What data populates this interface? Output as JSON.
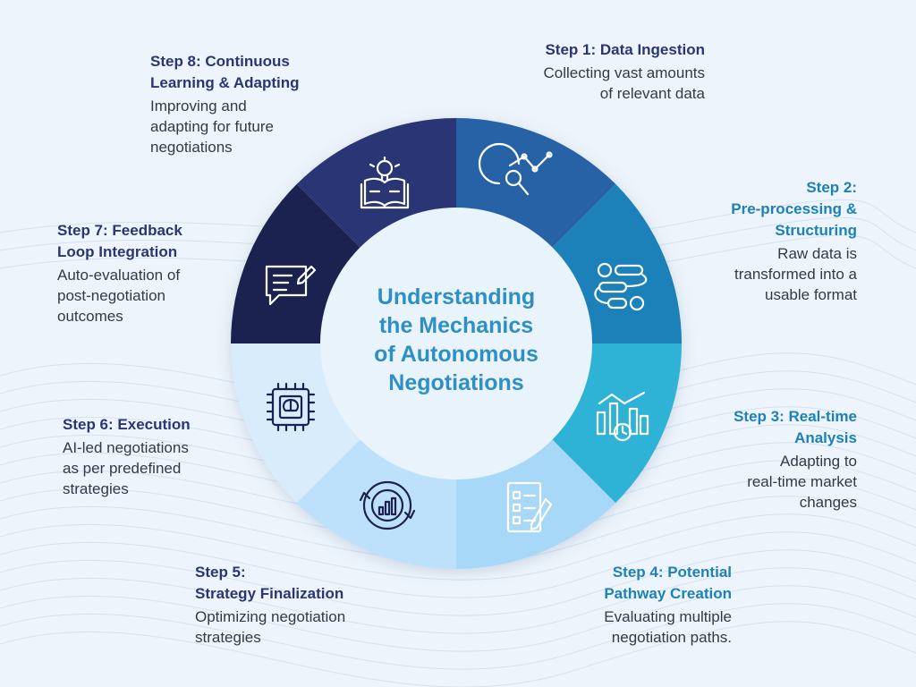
{
  "title": "Understanding the Mechanics of Autonomous Negotiations",
  "title_lines": [
    "Understanding",
    "the Mechanics",
    "of Autonomous",
    "Negotiations"
  ],
  "colors": {
    "background": "#eef4fb",
    "segments": [
      "#2762a5",
      "#1c81b8",
      "#2db3d7",
      "#a7d8f7",
      "#bde0fb",
      "#d8ecfb",
      "#1c2250",
      "#2a3575"
    ],
    "step_titles_dark": "#2a3575",
    "step_titles_teal": "#1c81b8"
  },
  "steps": [
    {
      "title_lines": [
        "Step 1: Data Ingestion"
      ],
      "desc_lines": [
        "Collecting vast amounts",
        "of relevant data"
      ],
      "icon": "data-analysis-icon"
    },
    {
      "title_lines": [
        "Step 2:",
        "Pre-processing &",
        "Structuring"
      ],
      "desc_lines": [
        "Raw data is",
        "transformed into a",
        "usable format"
      ],
      "icon": "workflow-icon"
    },
    {
      "title_lines": [
        "Step 3: Real-time",
        "Analysis"
      ],
      "desc_lines": [
        "Adapting to",
        "real-time market",
        "changes"
      ],
      "icon": "realtime-chart-icon"
    },
    {
      "title_lines": [
        "Step 4: Potential",
        "Pathway Creation"
      ],
      "desc_lines": [
        "Evaluating multiple",
        "negotiation paths."
      ],
      "icon": "checklist-icon"
    },
    {
      "title_lines": [
        "Step 5:",
        "Strategy Finalization"
      ],
      "desc_lines": [
        "Optimizing negotiation",
        "strategies"
      ],
      "icon": "strategy-cycle-icon"
    },
    {
      "title_lines": [
        "Step 6: Execution"
      ],
      "desc_lines": [
        "AI-led negotiations",
        "as per predefined",
        "strategies"
      ],
      "icon": "ai-chip-icon"
    },
    {
      "title_lines": [
        "Step 7: Feedback",
        "Loop Integration"
      ],
      "desc_lines": [
        "Auto-evaluation of",
        "post-negotiation",
        "outcomes"
      ],
      "icon": "feedback-icon"
    },
    {
      "title_lines": [
        "Step 8: Continuous",
        "Learning & Adapting"
      ],
      "desc_lines": [
        "Improving and",
        "adapting for future",
        "negotiations"
      ],
      "icon": "learning-book-icon"
    }
  ]
}
